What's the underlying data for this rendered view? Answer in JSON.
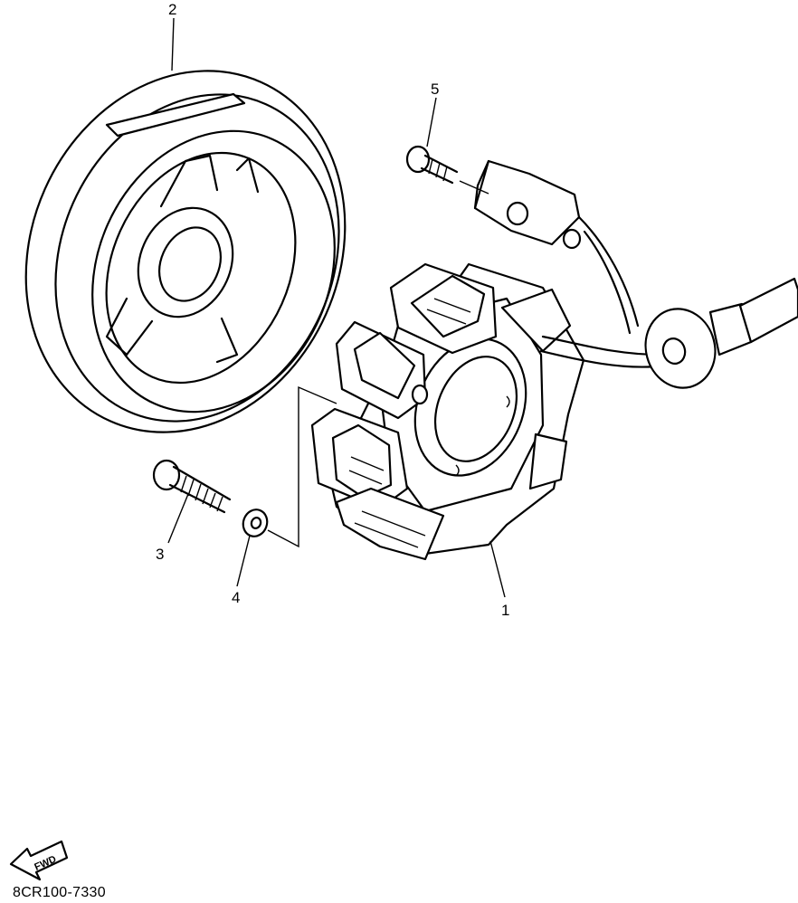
{
  "diagram": {
    "callouts": [
      {
        "id": "callout-1",
        "label": "1"
      },
      {
        "id": "callout-2",
        "label": "2"
      },
      {
        "id": "callout-3",
        "label": "3"
      },
      {
        "id": "callout-4",
        "label": "4"
      },
      {
        "id": "callout-5",
        "label": "5"
      }
    ],
    "fwd_label": "FWD",
    "reference_code": "8CR100-7330"
  }
}
